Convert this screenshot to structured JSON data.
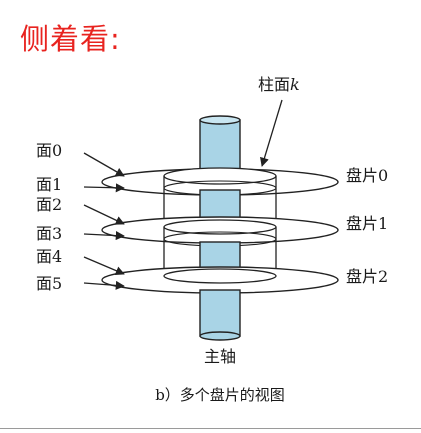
{
  "heading": "侧着看:",
  "labels": {
    "cylinder_prefix": "柱面",
    "cylinder_var": "k",
    "surfaces": [
      "面0",
      "面1",
      "面2",
      "面3",
      "面4",
      "面5"
    ],
    "platters": [
      "盘片0",
      "盘片1",
      "盘片2"
    ],
    "spindle": "主轴"
  },
  "caption": "b）多个盘片的视图",
  "colors": {
    "heading": "#e8231f",
    "spindle_fill": "#a9d4e6",
    "line": "#222222"
  }
}
